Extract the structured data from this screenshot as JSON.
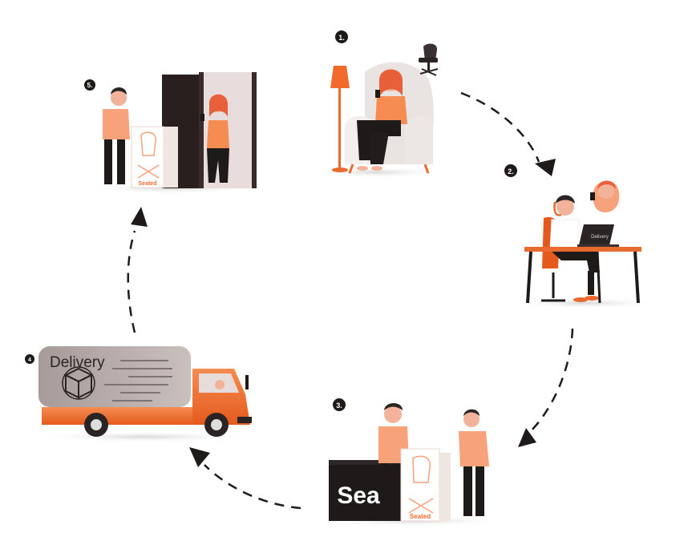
{
  "steps": [
    {
      "number": "1.",
      "icon": "woman-in-armchair-ordering-icon"
    },
    {
      "number": "2.",
      "icon": "support-agent-at-laptop-icon"
    },
    {
      "number": "3.",
      "icon": "staff-packing-chair-box-icon"
    },
    {
      "number": "4",
      "icon": "delivery-truck-icon"
    },
    {
      "number": "5.",
      "icon": "courier-at-door-icon"
    }
  ],
  "laptop_label": "Delivery",
  "truck_label": "Delivery",
  "box_brand": "Seated",
  "counter_sign": "Seat",
  "colors": {
    "accent": "#f26a2e",
    "accent_light": "#f7a27a",
    "dark": "#1e1a1a",
    "truck_cargo": "#a49a99"
  }
}
